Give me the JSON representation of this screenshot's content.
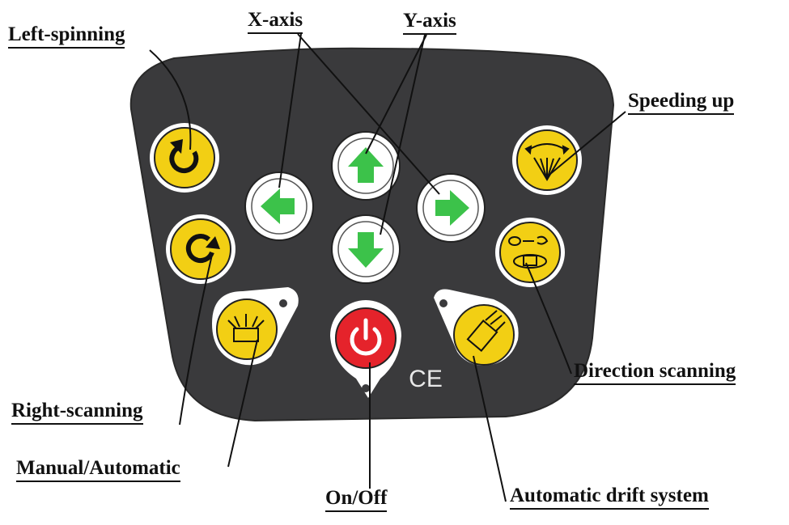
{
  "labels": {
    "left_spinning": "Left-spinning",
    "x_axis": "X-axis",
    "y_axis": "Y-axis",
    "speeding_up": "Speeding up",
    "direction_scanning": "Direction scanning",
    "right_scanning": "Right-scanning",
    "manual_automatic": "Manual/Automatic",
    "on_off": "On/Off",
    "automatic_drift_system": "Automatic drift system"
  },
  "panel_marking": "CE",
  "colors": {
    "panel": "#3a3a3c",
    "yellow_button": "#f2cf14",
    "green_arrow": "#3cc24a",
    "power_red": "#e5232b",
    "leader_line": "#111111"
  },
  "icons": {
    "left_spinning": "rotate-ccw-icon",
    "right_scanning": "rotate-cw-icon",
    "x_left": "arrow-left-icon",
    "x_right": "arrow-right-icon",
    "y_up": "arrow-up-icon",
    "y_down": "arrow-down-icon",
    "speeding_up": "fan-beam-icon",
    "direction_scanning": "scan-direction-icon",
    "manual_automatic": "sun-box-icon",
    "automatic_drift": "laser-tilt-icon",
    "on_off": "power-icon"
  }
}
